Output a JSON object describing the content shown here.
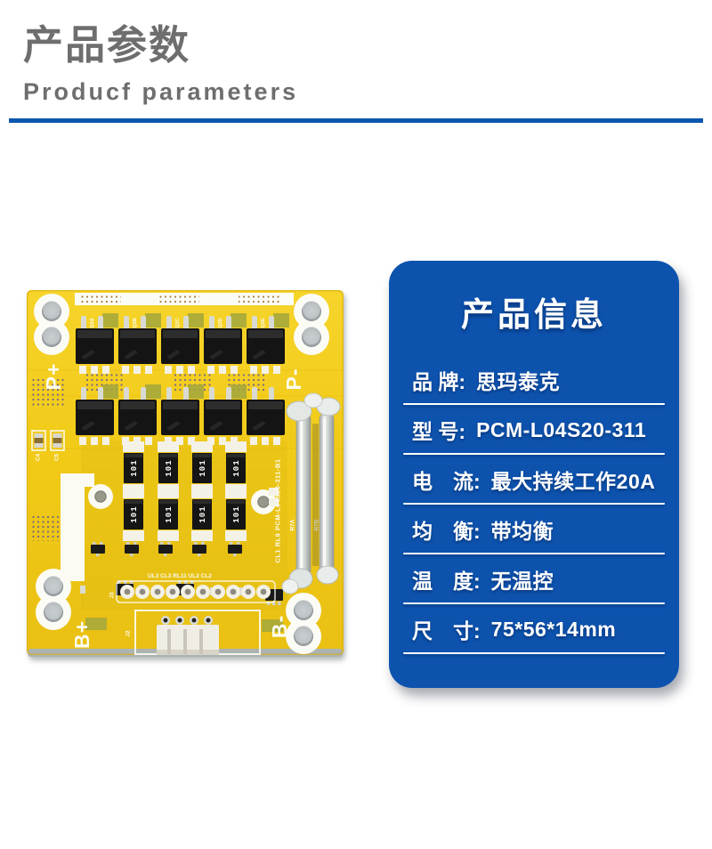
{
  "header": {
    "title_zh": "产品参数",
    "title_en": "Producf parameters",
    "text_color": "#6e6e6e",
    "divider_color": "#0b57ae"
  },
  "info_card": {
    "title": "产品信息",
    "bg_color": "#0d53ae",
    "rows": [
      {
        "label": "品 牌:",
        "value": "思玛泰克"
      },
      {
        "label": "型 号:",
        "value": "PCM-L04S20-311"
      },
      {
        "label": "电　流:",
        "value": "最大持续工作20A"
      },
      {
        "label": "均　衡:",
        "value": "带均衡"
      },
      {
        "label": "温　度:",
        "value": "无温控"
      },
      {
        "label": "尺　寸:",
        "value": "75*56*14mm"
      }
    ]
  },
  "pcb": {
    "board_color": "#f1c916",
    "labels": {
      "p_plus": "P+",
      "p_minus": "P-",
      "b_plus": "B+",
      "b_minus": "B-",
      "resistor": "101",
      "model_silk": "CL1 RL9 PCM-L04S20-311-B1",
      "component_row": "UL3 CL3 RL11 UL2 CL2",
      "c4": "C4",
      "c5": "C5",
      "j2": "J2",
      "j3": "J3",
      "r7a": "R7A",
      "r7b": "R7B",
      "q": [
        "Q2A",
        "Q2B",
        "Q2C",
        "Q2D",
        "Q2E"
      ]
    }
  }
}
